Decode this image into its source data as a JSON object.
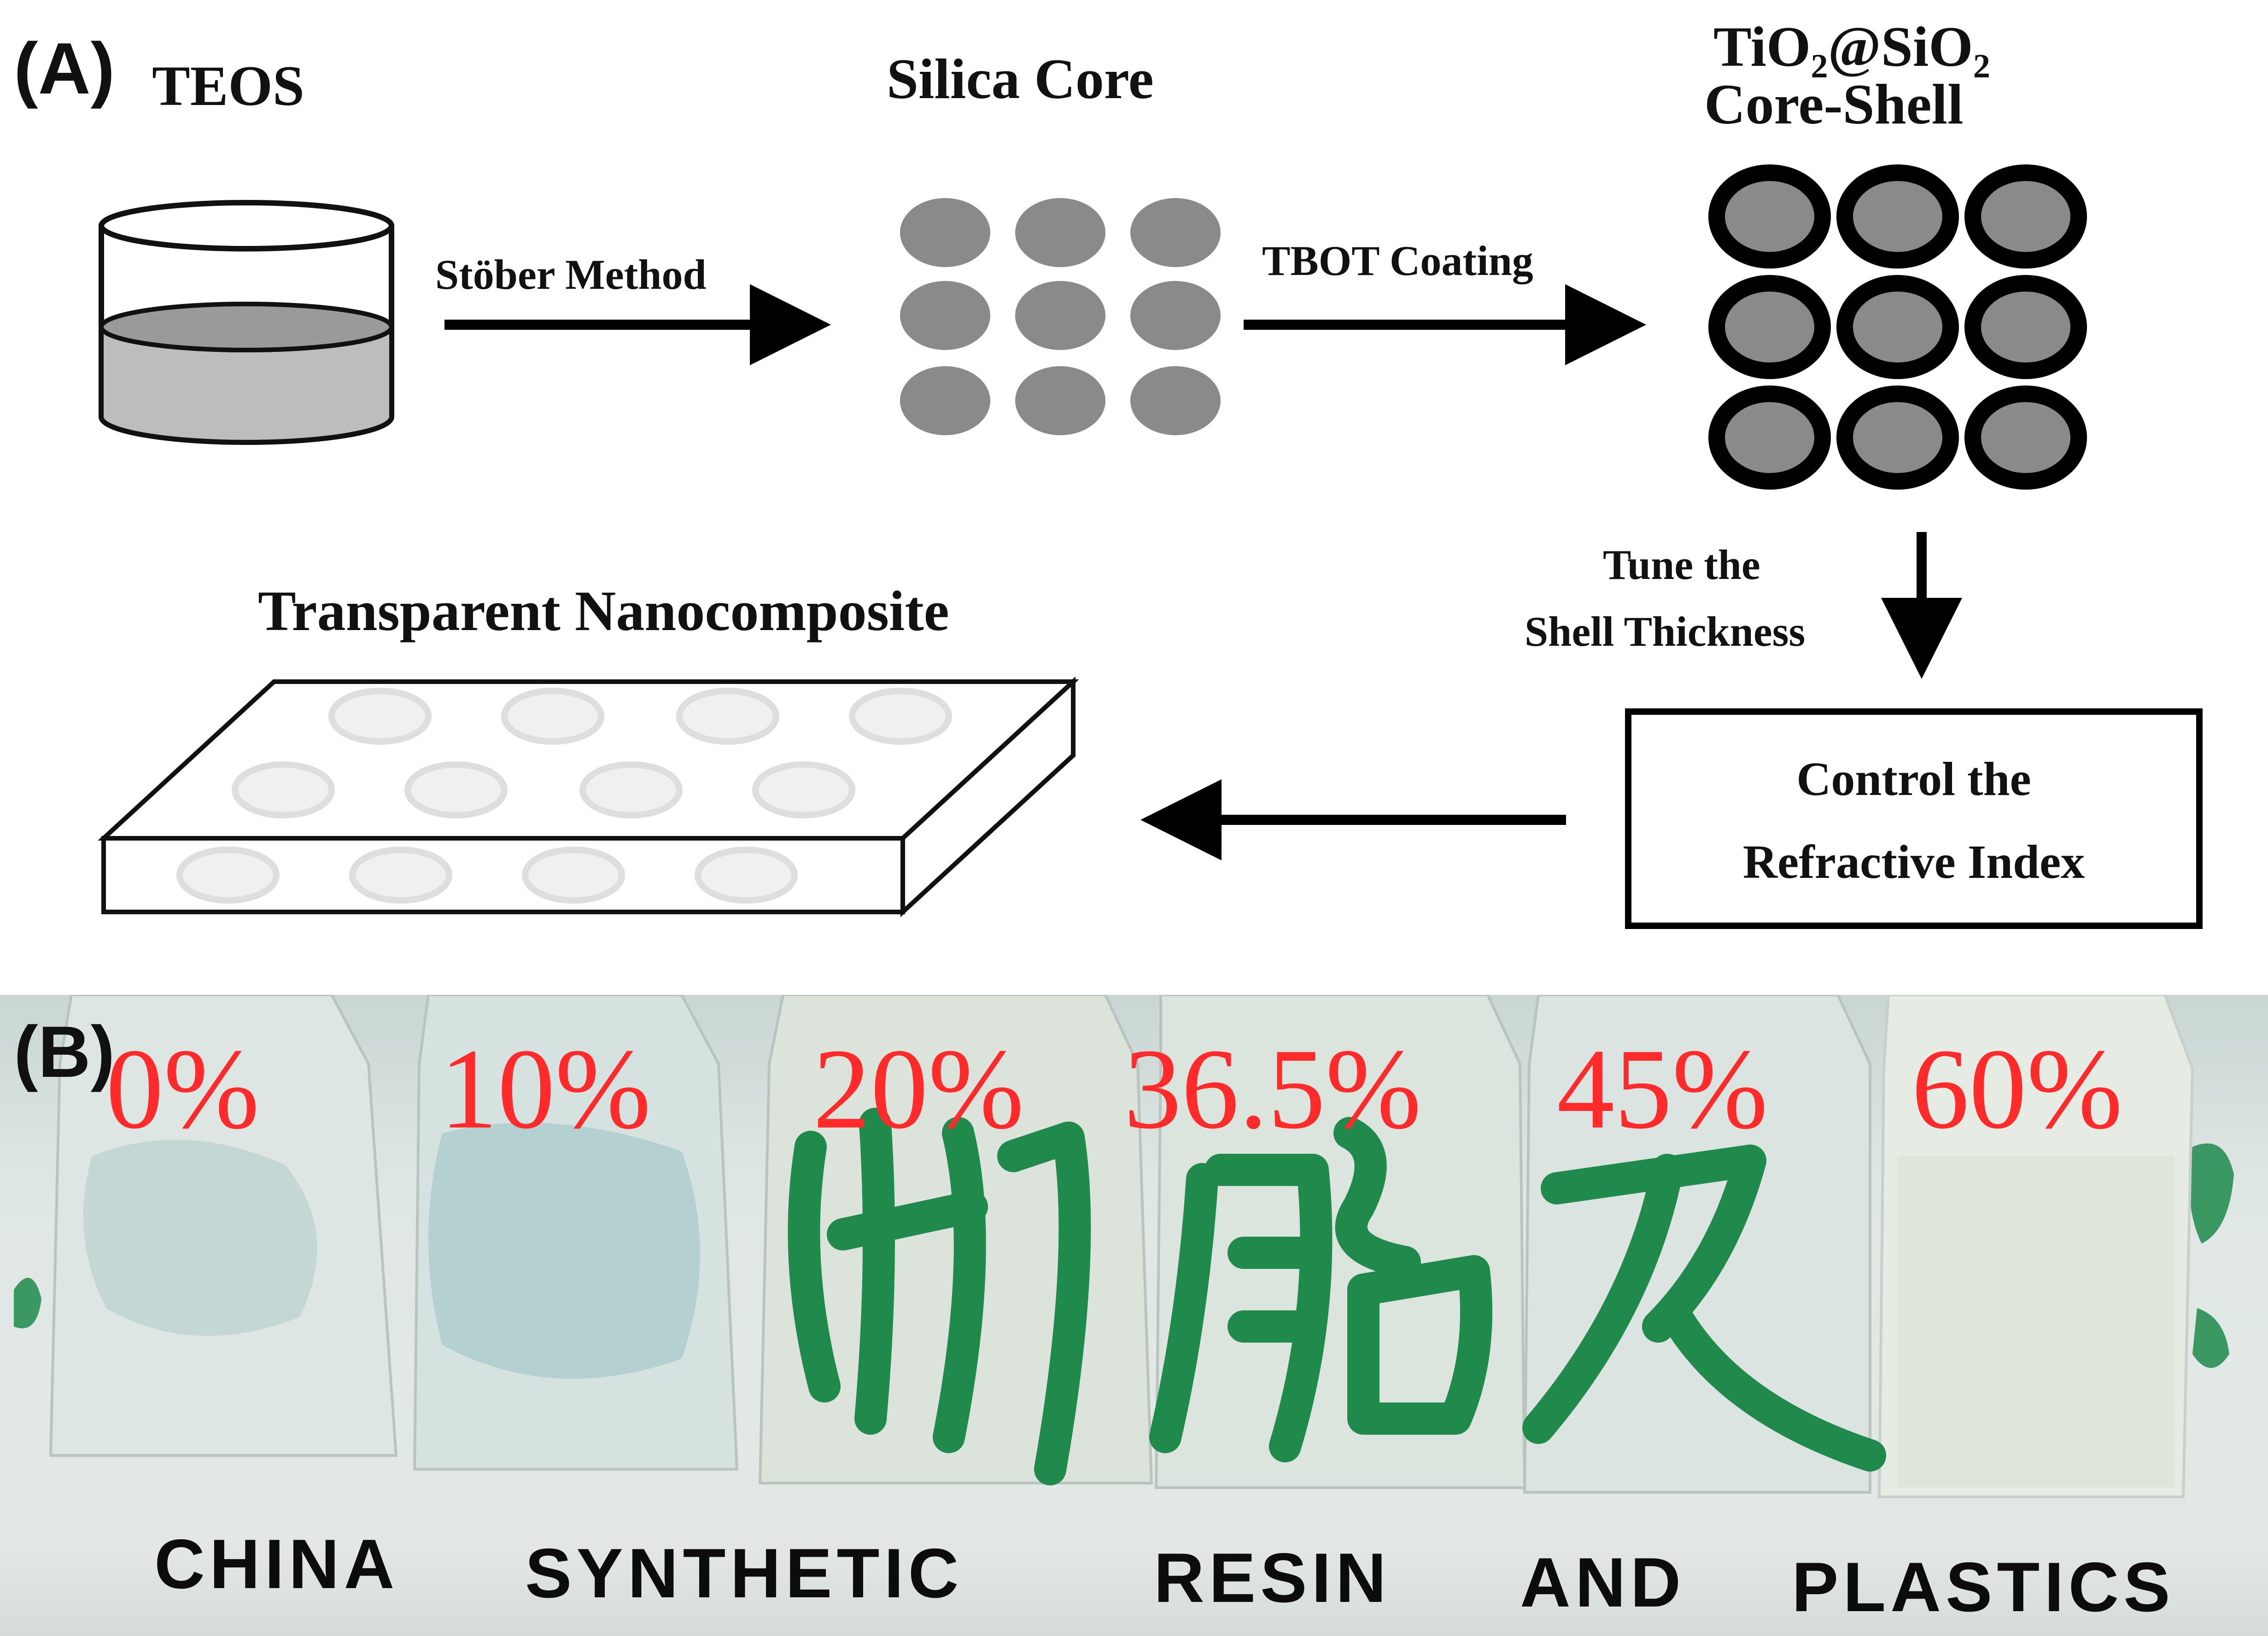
{
  "panel_a": {
    "label": "(A)",
    "teos_label": "TEOS",
    "silica_core_label": "Silica Core",
    "core_shell_label_line1": "TiO₂@SiO₂",
    "core_shell_label_line2": "Core-Shell",
    "step1_label": "Stöber Method",
    "step2_label": "TBOT Coating",
    "tune_label_line1": "Tune the",
    "tune_label_line2": "Shell Thickness",
    "control_line1": "Control the",
    "control_line2": "Refractive Index",
    "nanocomposite_label": "Transparent Nanocomposite"
  },
  "panel_b": {
    "label": "(B)",
    "samples": [
      {
        "percent": "0%",
        "caption": "CHINA"
      },
      {
        "percent": "10%",
        "caption": "SYNTHETIC"
      },
      {
        "percent": "20%",
        "caption": ""
      },
      {
        "percent": "36.5%",
        "caption": "RESIN"
      },
      {
        "percent": "45%",
        "caption": "AND"
      },
      {
        "percent": "60%",
        "caption": "PLASTICS"
      }
    ]
  },
  "colors": {
    "particle_fill": "#8a8a8a",
    "liquid_fill": "#bdbdbd",
    "percent_text": "#ff2a2a",
    "ink_green": "#1f8a4c"
  }
}
